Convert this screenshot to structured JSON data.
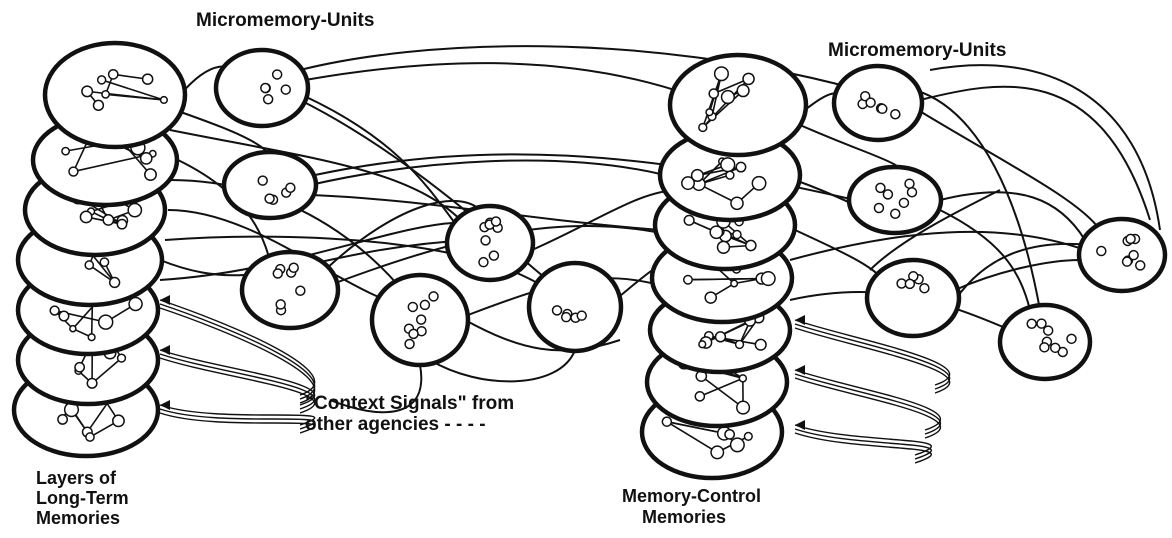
{
  "diagram": {
    "labels": {
      "micromemory_units_left": "Micromemory-Units",
      "micromemory_units_right": "Micromemory-Units",
      "context_signals_line1": "\"Context Signals\" from",
      "context_signals_line2": "other agencies - - - -",
      "long_term_line1": "Layers of",
      "long_term_line2": "Long-Term",
      "long_term_line3": "Memories",
      "memory_control_line1": "Memory-Control",
      "memory_control_line2": "Memories"
    },
    "stroke_color": "#111111",
    "fill_color": "#ffffff",
    "left_stack_layers": 7,
    "right_stack_layers": 7,
    "micromemory_units_left_count": 6,
    "micromemory_units_right_count": 5
  }
}
